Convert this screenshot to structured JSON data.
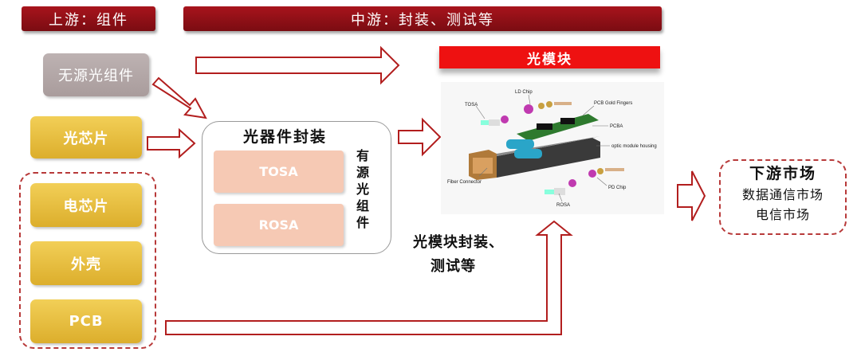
{
  "banners": {
    "upstream": "上游：组件",
    "midstream": "中游：封装、测试等"
  },
  "components": {
    "passive": "无源光组件",
    "chip": "光芯片",
    "electric_chip": "电芯片",
    "shell": "外壳",
    "pcb": "PCB"
  },
  "device_package": {
    "title": "光器件封装",
    "tosa": "TOSA",
    "rosa": "ROSA",
    "active_label": "有源光组件"
  },
  "module": {
    "title": "光模块",
    "labels": {
      "ld_chip": "LD Chip",
      "tosa": "TOSA",
      "pcb_gold": "PCB Gold Fingers",
      "pcba": "PCBA",
      "housing": "optic module housing",
      "fiber": "Fiber Connector",
      "pd_chip": "PD Chip",
      "rosa": "ROSA"
    }
  },
  "module_package": {
    "line1": "光模块封装、",
    "line2": "测试等"
  },
  "downstream": {
    "title": "下游市场",
    "item1": "数据通信市场",
    "item2": "电信市场"
  },
  "colors": {
    "dark_red": "#8a0f16",
    "red": "#ee1111",
    "gold": "#e8bf3e",
    "peach": "#f6c9b4",
    "arrow": "#b21e1e"
  }
}
